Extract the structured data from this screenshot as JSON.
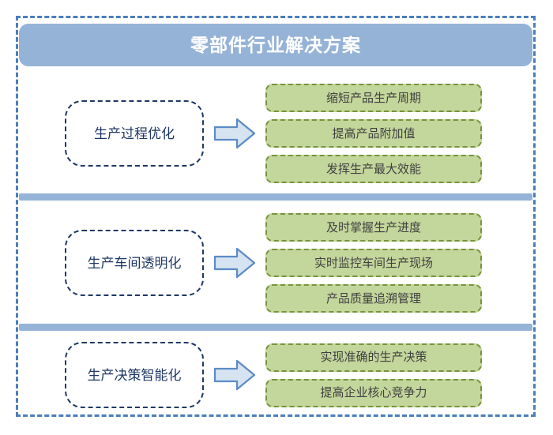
{
  "header": {
    "title": "零部件行业解决方案"
  },
  "colors": {
    "frame_border": "#4a7ebb",
    "header_fill": "#95b3d7",
    "divider_fill": "#95b3d7",
    "left_box_border": "#1f3864",
    "left_box_text": "#1f3864",
    "green_fill": "#c3d69b",
    "green_border": "#77933c",
    "green_text": "#404040",
    "arrow_fill": "#d6e3f0",
    "arrow_border": "#5b8bc5"
  },
  "rows": [
    {
      "category": "生产过程优化",
      "arrow_icon": "arrow-right-icon",
      "outcomes": [
        "缩短产品生产周期",
        "提高产品附加值",
        "发挥生产最大效能"
      ]
    },
    {
      "category": "生产车间透明化",
      "arrow_icon": "arrow-right-icon",
      "outcomes": [
        "及时掌握生产进度",
        "实时监控车间生产现场",
        "产品质量追溯管理"
      ]
    },
    {
      "category": "生产决策智能化",
      "arrow_icon": "arrow-right-icon",
      "outcomes": [
        "实现准确的生产决策",
        "提高企业核心竞争力"
      ]
    }
  ]
}
